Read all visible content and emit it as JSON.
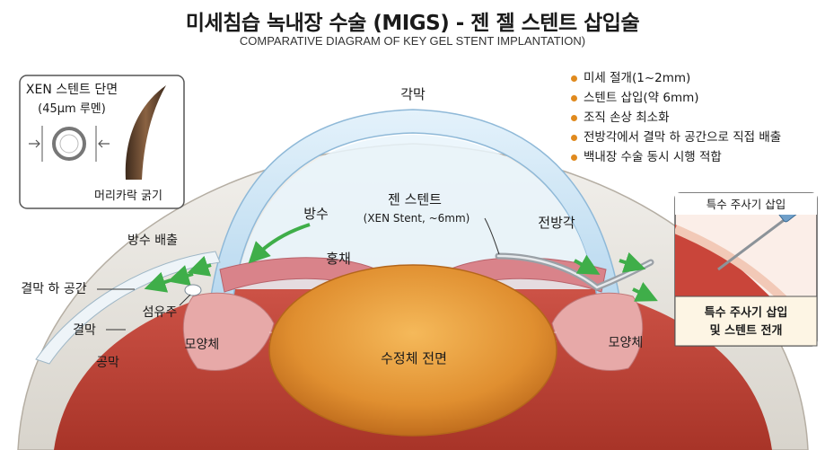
{
  "header": {
    "title": "미세침습 녹내장 수술 (MIGS) - 젠 젤 스텐트 삽입술",
    "subtitle": "COMPARATIVE DIAGRAM OF KEY GEL STENT IMPLANTATION)"
  },
  "inset_left": {
    "title": "XEN 스텐트 단면",
    "dimension": "(45μm 루멘)",
    "hair_label": "머리카락 굵기"
  },
  "bullets": [
    "미세 절개(1~2mm)",
    "스텐트 삽입(약 6mm)",
    "조직 손상 최소화",
    "전방각에서 결막 하 공간으로 직접 배출",
    "백내장 수술 동시 시행 적합"
  ],
  "inset_right": {
    "title": "특수 주사기 삽입",
    "caption_line1": "특수 주사기 삽입",
    "caption_line2": "및 스텐트 전개"
  },
  "labels": {
    "cornea": "각막",
    "aqueous": "방수",
    "stent_name": "젠 스텐트",
    "stent_detail": "(XEN Stent, ~6mm)",
    "anterior_angle": "전방각",
    "iris": "홍채",
    "aqueous_drain": "방수 배출",
    "subconj_space": "결막 하 공간",
    "trabecular": "섬유주",
    "conjunctiva": "결막",
    "ciliary_left": "모양체",
    "ciliary_right": "모양체",
    "sclera": "공막",
    "lens": "수정체 전면"
  },
  "colors": {
    "accent_bullet": "#e08a1e",
    "arrow_green": "#3fae49",
    "iris_pink": "#d9838a",
    "lens_orange": "#e99a3a",
    "cornea_blue": "#cfe6f5"
  }
}
